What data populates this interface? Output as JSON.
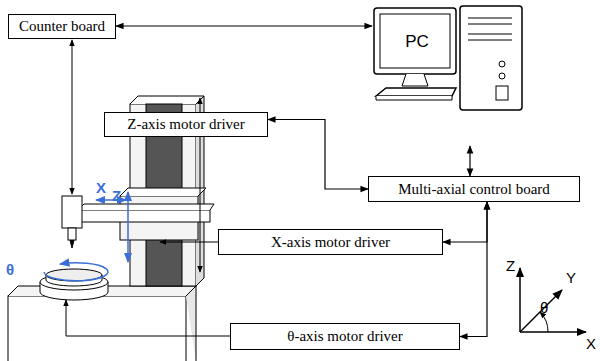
{
  "diagram": {
    "nodes": [
      {
        "text": [
          "Counter board"
        ]
      },
      {
        "text": [
          "PC"
        ]
      },
      {
        "text": [
          "Z-axis motor driver"
        ]
      },
      {
        "text": [
          "Multi-axial control board"
        ]
      },
      {
        "text": [
          "X-axis motor driver"
        ]
      },
      {
        "text": [
          "θ-axis motor driver"
        ]
      }
    ],
    "edges": [
      {
        "from": 0,
        "to": 1,
        "arrow": "both"
      },
      {
        "from": 1,
        "to": 3,
        "arrow": "both"
      },
      {
        "from": 2,
        "to": 3,
        "arrow": "both"
      },
      {
        "from": 3,
        "to": 4,
        "arrow": "both"
      },
      {
        "from": 3,
        "to": 5,
        "arrow": "both"
      }
    ],
    "labels": [
      "Z",
      "X",
      "θ",
      "Z",
      "Y",
      "θ",
      "X"
    ]
  }
}
